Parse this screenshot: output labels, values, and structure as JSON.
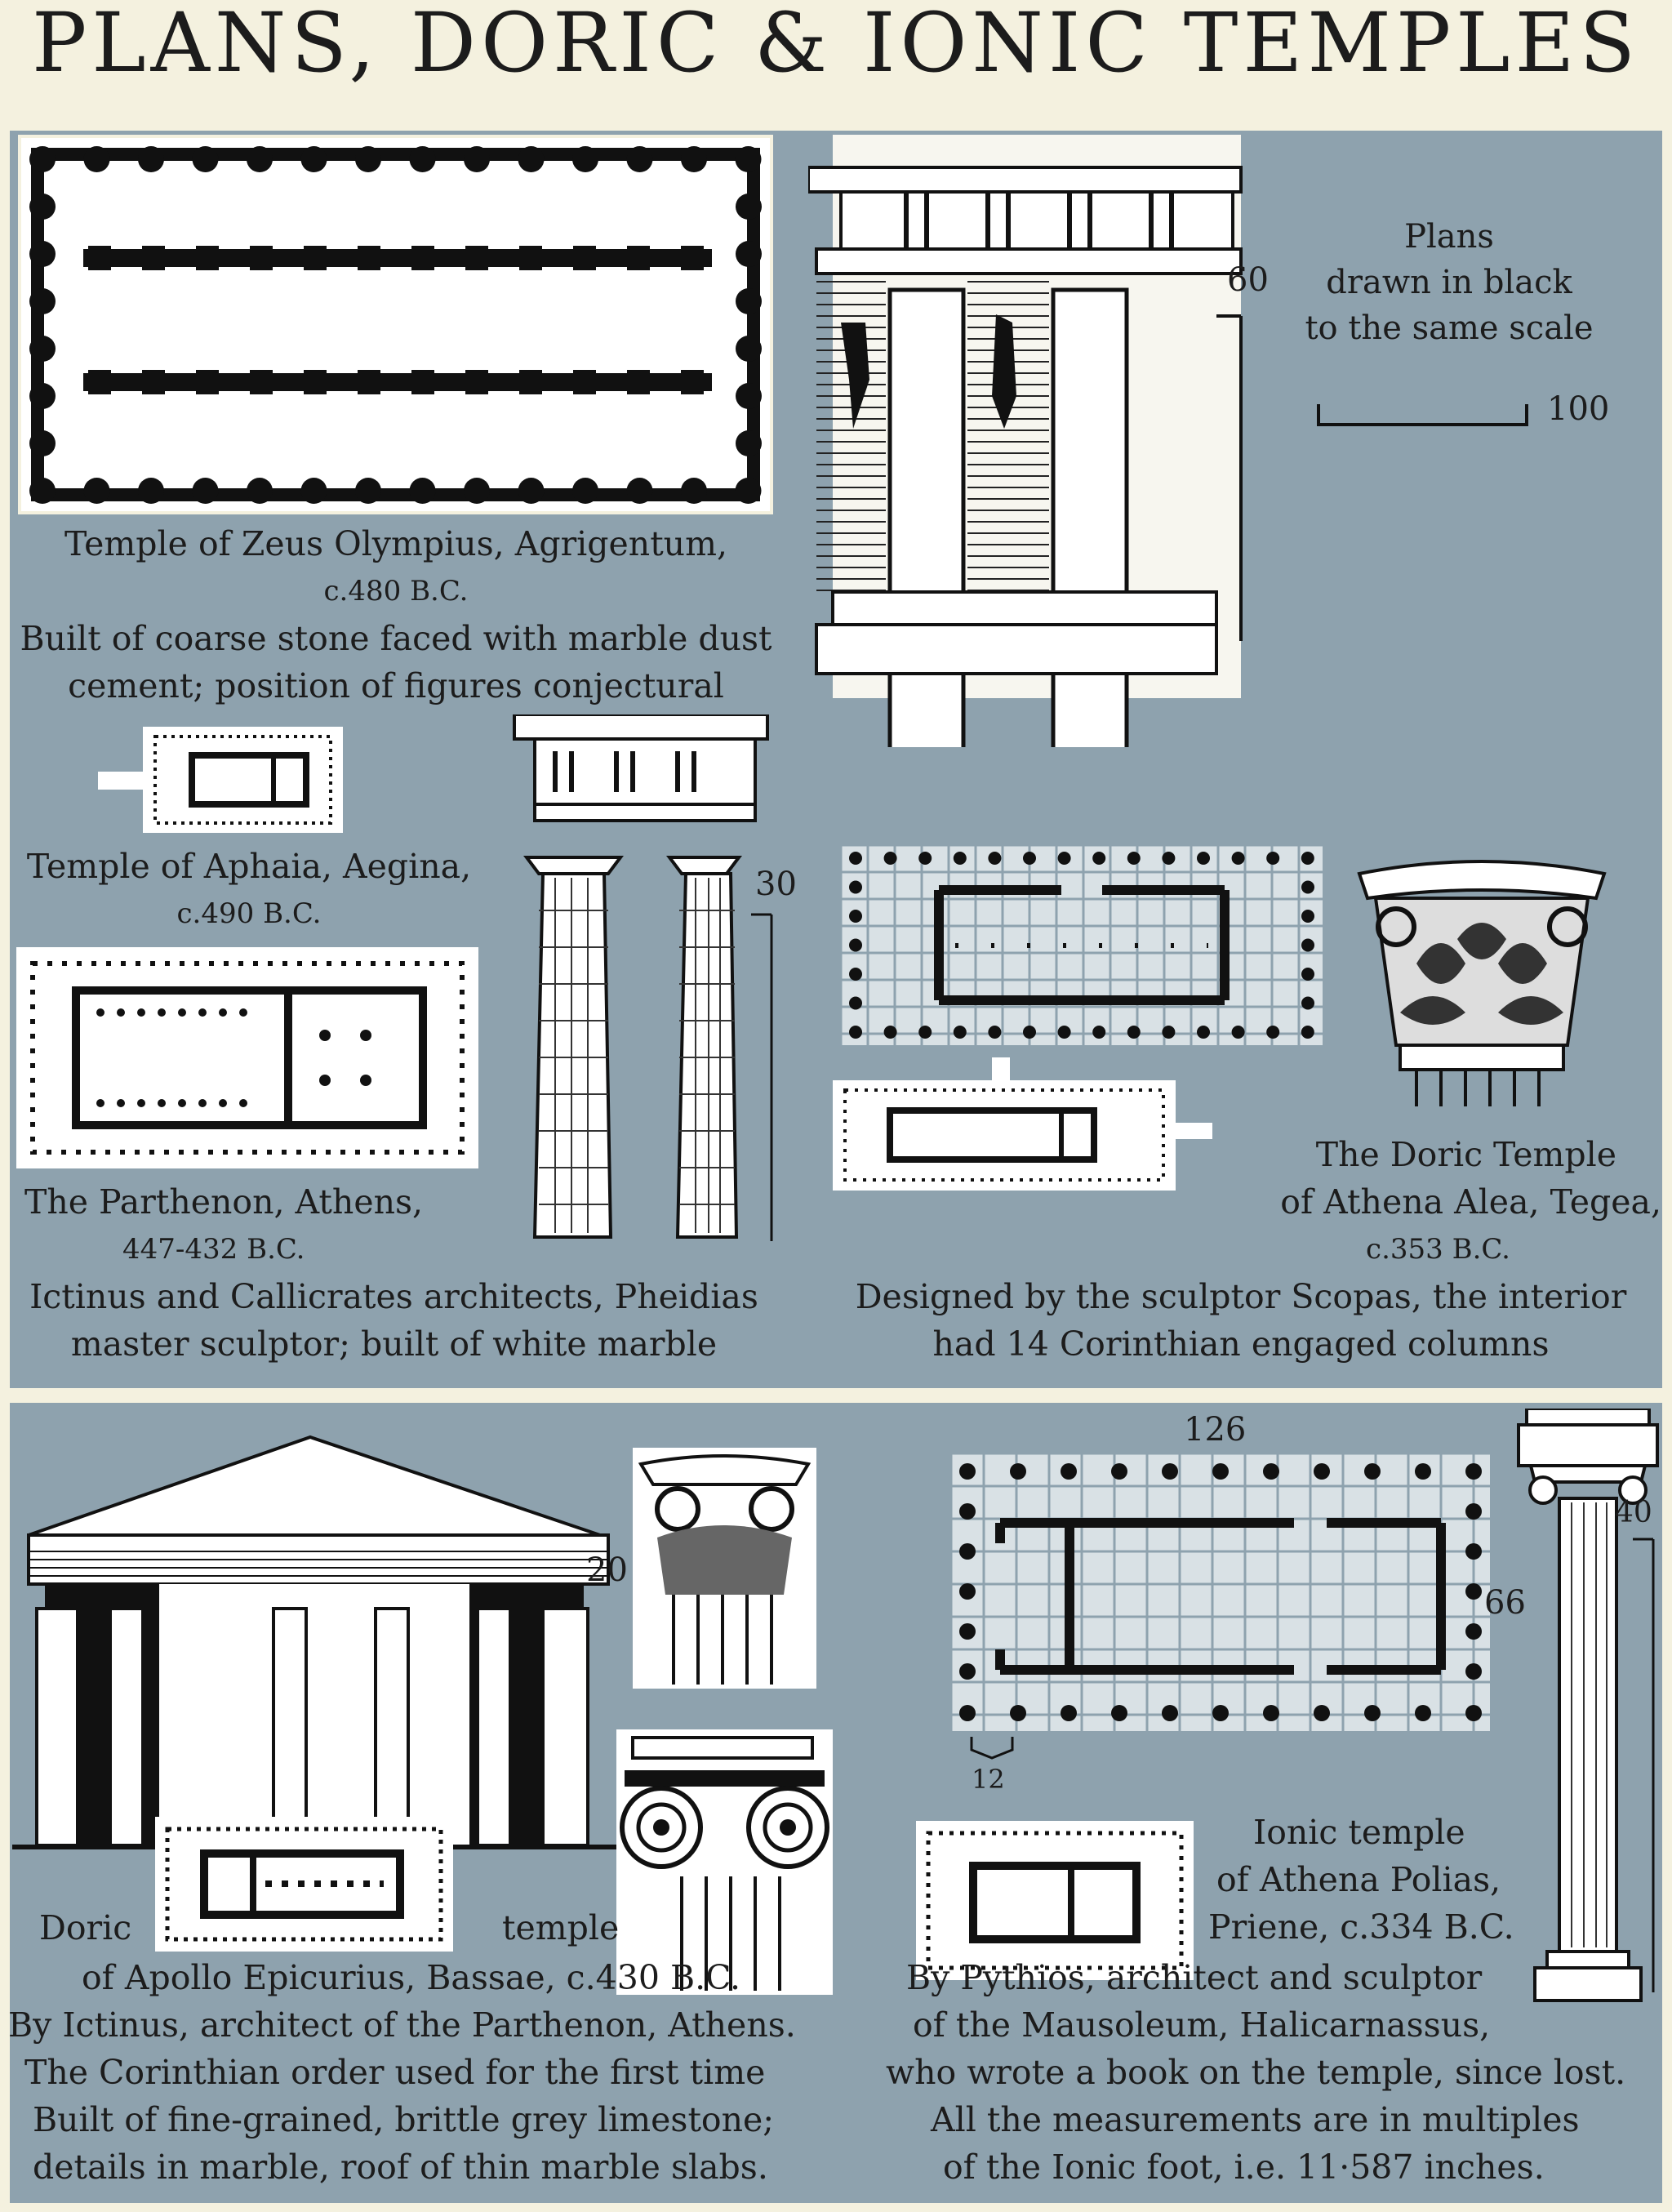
{
  "title": "PLANS, DORIC & IONIC TEMPLES",
  "colors": {
    "panel": "#8ea2ae",
    "paper": "#f4f1df",
    "ink": "#1c1c1c"
  },
  "scale_note": {
    "lines": [
      "Plans",
      "drawn in black",
      "to the same scale"
    ],
    "bar_label": "100"
  },
  "zeus": {
    "lines": [
      "Temple of  Zeus Olympius, Agrigentum,",
      "c.480 B.C.",
      "Built of coarse stone faced with marble dust",
      "cement; position of figures conjectural"
    ],
    "dimension": "60"
  },
  "aphaia": {
    "lines": [
      "Temple of Aphaia, Aegina,",
      "c.490 B.C."
    ],
    "dimension": "30"
  },
  "parthenon": {
    "lines": [
      "The Parthenon,  Athens,",
      "447-432 B.C.",
      "Ictinus and Callicrates architects, Pheidias",
      "master sculptor; built of white marble"
    ]
  },
  "tegea": {
    "lines": [
      "The Doric  Temple",
      "of Athena Alea, Tegea,",
      "c.353 B.C.",
      "Designed by the  sculptor Scopas, the interior",
      "had 14 Corinthian  engaged columns"
    ]
  },
  "bassae": {
    "word1": "Doric",
    "word2": "temple",
    "lines": [
      "of Apollo Epicurius, Bassae, c.430 B.C.",
      "By Ictinus, architect of the Parthenon, Athens.",
      "The Corinthian order used for the first time",
      "Built of fine-grained, brittle grey limestone;",
      "details in marble, roof of thin marble slabs."
    ],
    "dimension": "20"
  },
  "priene": {
    "lines": [
      "Ionic temple",
      "of Athena Polias,",
      "Priene, c.334 B.C."
    ],
    "lines2": [
      "By Pythios, architect and sculptor",
      "of the Mausoleum, Halicarnassus,",
      "who wrote a book on the temple, since lost.",
      "All the measurements are in multiples",
      "of the Ionic foot, i.e. 11·587 inches."
    ],
    "dim_width": "126",
    "dim_depth": "66",
    "dim_small": "12",
    "dim_column": "40"
  }
}
